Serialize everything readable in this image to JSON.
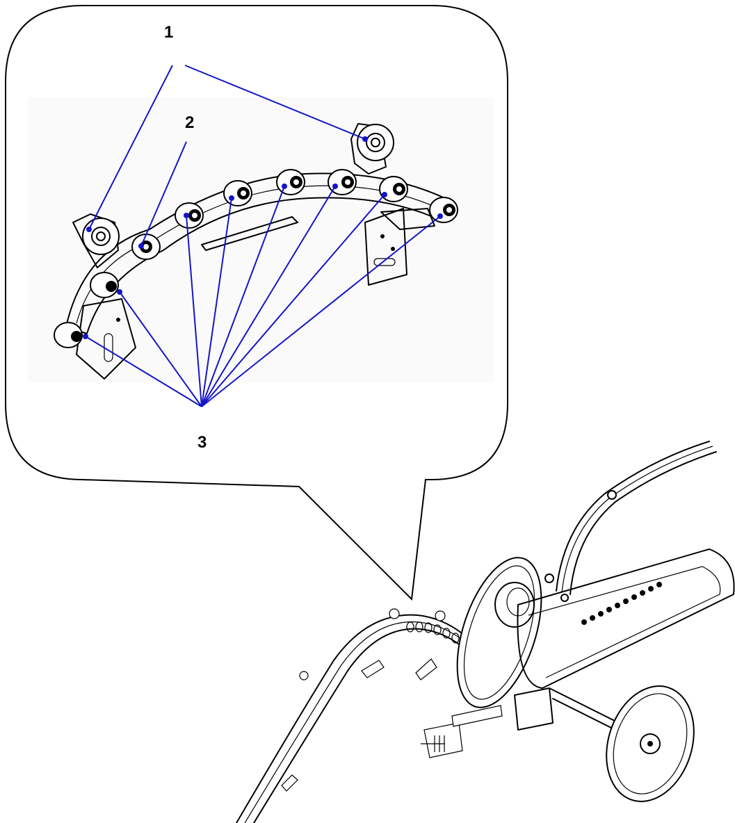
{
  "callouts": [
    {
      "id": "1",
      "label": "1"
    },
    {
      "id": "2",
      "label": "2"
    },
    {
      "id": "3",
      "label": "3"
    }
  ],
  "colors": {
    "leader_line": "#1414c8",
    "outline": "#000000",
    "background": "#ffffff"
  }
}
